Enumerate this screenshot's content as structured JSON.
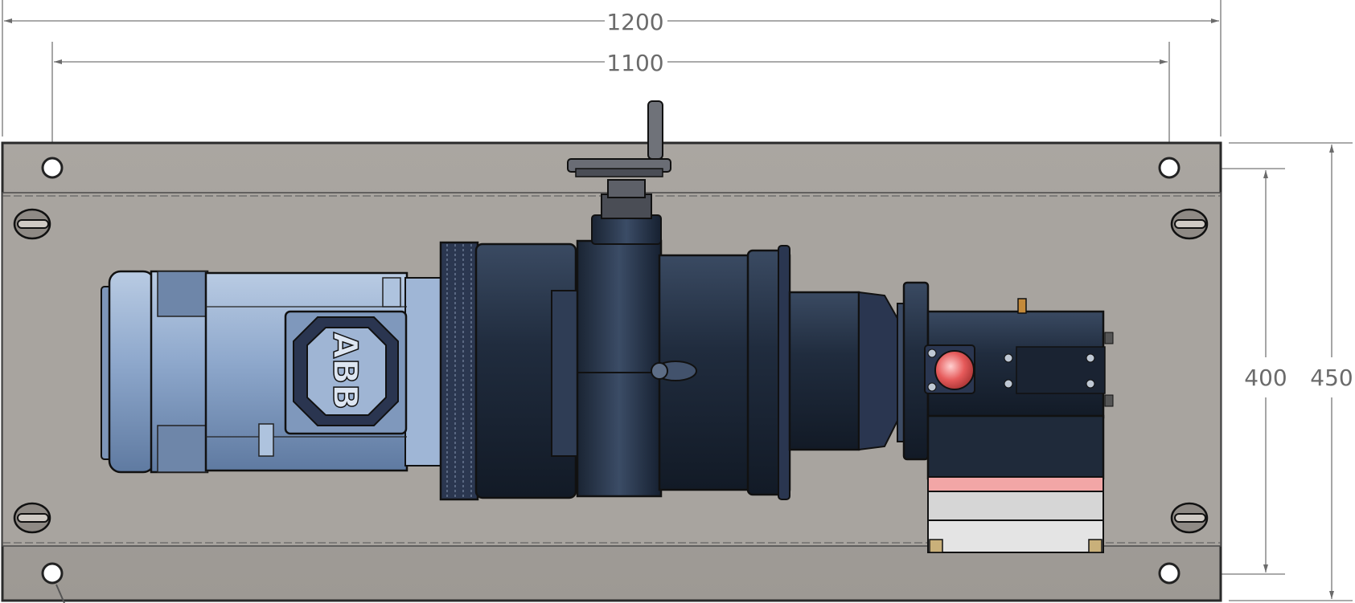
{
  "dimensions": {
    "overall_width": "1200",
    "hole_spacing_width": "1100",
    "hole_spacing_height": "400",
    "overall_height": "450"
  },
  "motor": {
    "brand_logo_text": "ABB"
  },
  "colors": {
    "baseplate": "#a39f9a",
    "motor_body": "#8ea8cc",
    "pump_body": "#1f2a3a",
    "dimension_line": "#6b6b6b",
    "indicator_red": "#e65a5a"
  }
}
